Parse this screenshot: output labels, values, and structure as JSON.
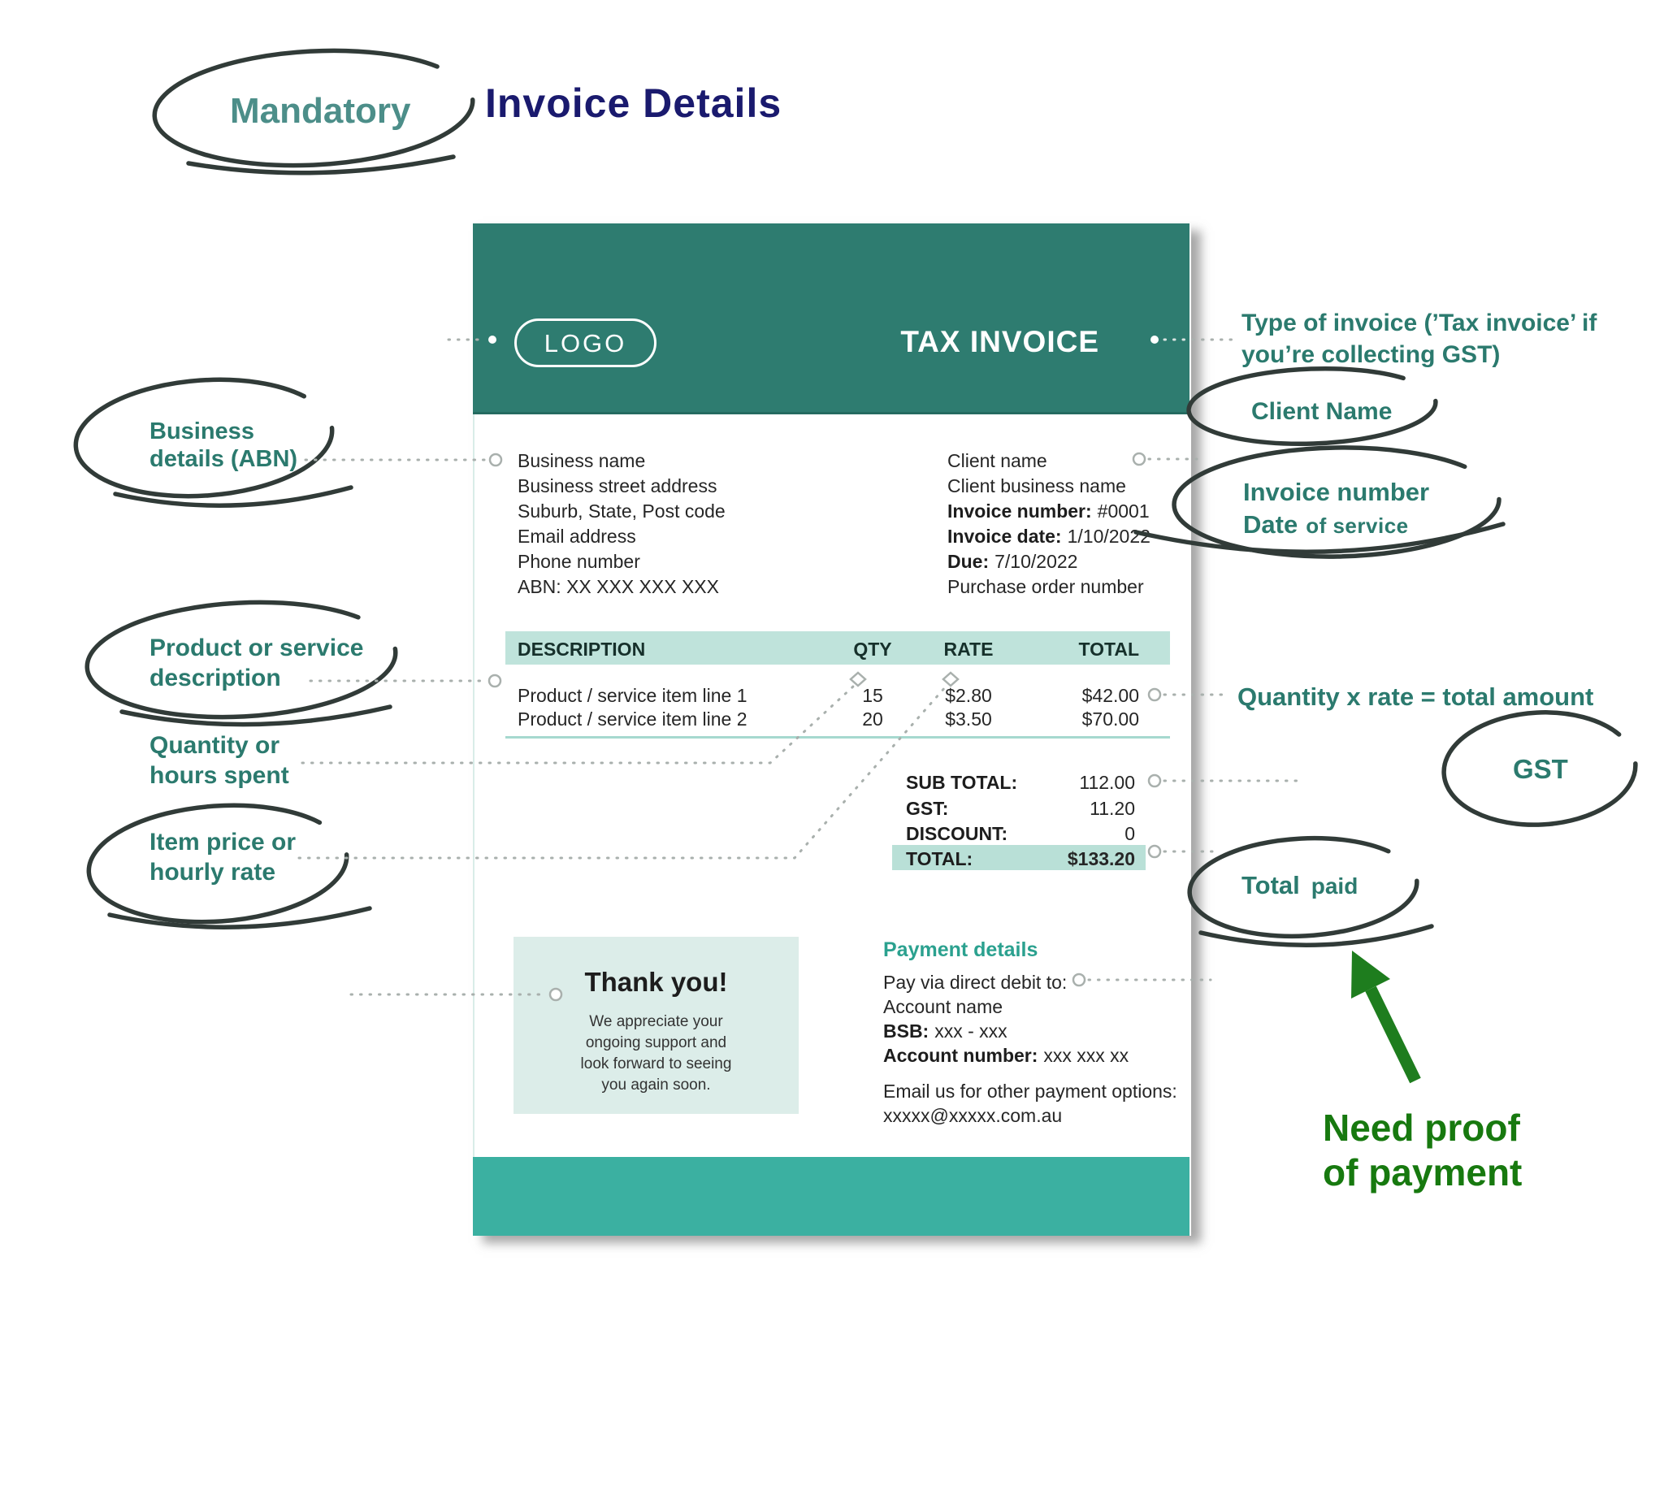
{
  "page": {
    "mandatory": "Mandatory",
    "title": "Invoice Details"
  },
  "invoice": {
    "logo": "LOGO",
    "doc_type": "TAX INVOICE",
    "business_lines": [
      "Business name",
      "Business street address",
      "Suburb, State, Post code",
      "Email address",
      "Phone number",
      "ABN: XX XXX XXX XXX"
    ],
    "client": {
      "name": "Client name",
      "business_name": "Client business name",
      "fields": [
        {
          "label": "Invoice number:",
          "value": "#0001"
        },
        {
          "label": "Invoice date:",
          "value": "1/10/2022"
        },
        {
          "label": "Due:",
          "value": "7/10/2022"
        }
      ],
      "po": "Purchase order number"
    },
    "table": {
      "columns": [
        "DESCRIPTION",
        "QTY",
        "RATE",
        "TOTAL"
      ],
      "rows": [
        [
          "Product / service item line 1",
          "15",
          "$2.80",
          "$42.00"
        ],
        [
          "Product / service item line 2",
          "20",
          "$3.50",
          "$70.00"
        ]
      ]
    },
    "totals": {
      "sub_label": "SUB TOTAL:",
      "sub_value": "112.00",
      "gst_label": "GST:",
      "gst_value": "11.20",
      "discount_label": "DISCOUNT:",
      "discount_value": "0",
      "total_label": "TOTAL:",
      "total_value": "$133.20"
    },
    "thank_you": {
      "title": "Thank you!",
      "lines": [
        "We appreciate your",
        "ongoing support and",
        "look forward to seeing",
        "you again soon."
      ]
    },
    "payment": {
      "heading": "Payment details",
      "line1": "Pay via direct debit to:",
      "line2": "Account name",
      "bsb_label": "BSB:",
      "bsb_value": "xxx - xxx",
      "acct_label": "Account number:",
      "acct_value": "xxx xxx xx",
      "line5": "Email us for other payment options:",
      "line6": "xxxxx@xxxxx.com.au"
    }
  },
  "annotations": {
    "business": {
      "line1": "Business",
      "line2": "details (ABN)"
    },
    "product": {
      "line1": "Product or service",
      "line2": "description"
    },
    "quantity": {
      "line1": "Quantity or",
      "line2": "hours spent"
    },
    "price": {
      "line1": "Item price or",
      "line2": "hourly rate"
    },
    "invoice_type": {
      "line1": "Type of invoice (’Tax invoice’ if",
      "line2": "you’re collecting GST)"
    },
    "client_name": "Client Name",
    "invoice_number": {
      "line1": "Invoice number",
      "date": "Date",
      "suffix": "of service"
    },
    "qty_rate": "Quantity x rate = total amount",
    "gst": "GST",
    "total": {
      "word": "Total",
      "suffix": "paid"
    },
    "need_proof": {
      "line1": "Need proof",
      "line2": "of payment"
    }
  },
  "colors": {
    "header_teal": "#2E7C70",
    "footer_teal": "#3BB0A1",
    "table_band_mint": "#BFE3DB",
    "total_highlight_mint": "#B9E0D7",
    "thankyou_bg": "#DCEDE9",
    "annotation_teal": "#2B7A6E",
    "title_navy": "#1A1A6E",
    "mandatory_teal": "#4C8E89",
    "proof_green": "#17790F",
    "payment_heading_teal": "#2BA18F"
  }
}
